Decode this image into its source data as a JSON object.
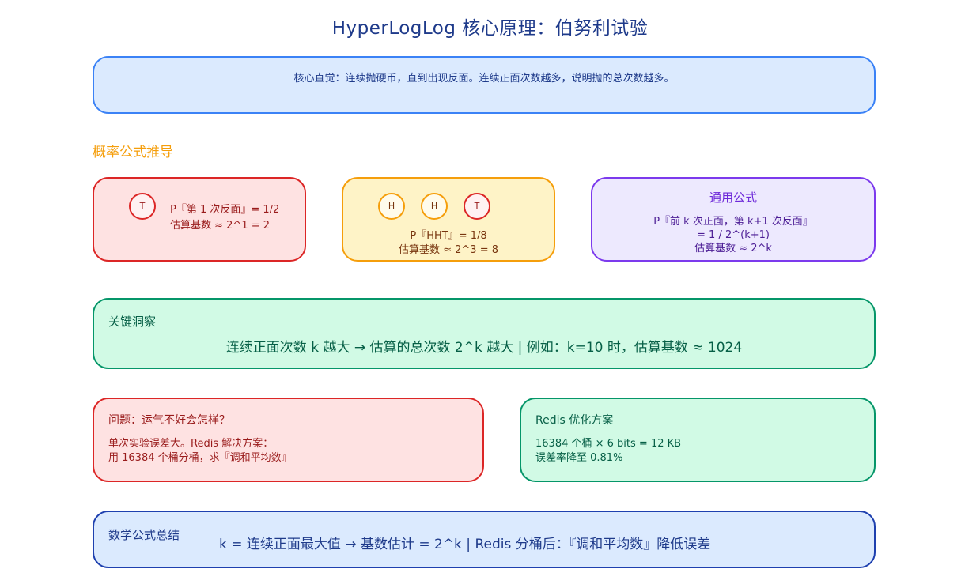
{
  "title": "HyperLogLog 核心原理：伯努利试验",
  "intro": "核心直觉：连续抛硬币，直到出现反面。连续正面次数越多，说明抛的总次数越多。",
  "section_heading": "概率公式推导",
  "case1": {
    "coins": [
      "T"
    ],
    "prob": "P『第 1 次反面』= 1/2",
    "estimate": "估算基数 ≈ 2^1 = 2"
  },
  "case2": {
    "coins": [
      "H",
      "H",
      "T"
    ],
    "prob": "P『HHT』= 1/8",
    "estimate": "估算基数 ≈ 2^3 = 8"
  },
  "general": {
    "title": "通用公式",
    "line1": "P『前 k 次正面，第 k+1 次反面』",
    "line2": "= 1 / 2^(k+1)",
    "line3": "估算基数 ≈ 2^k"
  },
  "insight": {
    "title": "关键洞察",
    "text": "连续正面次数 k 越大 → 估算的总次数 2^k 越大 | 例如：k=10 时，估算基数 ≈ 1024"
  },
  "problem": {
    "title": "问题：运气不好会怎样？",
    "line1": "单次实验误差大。Redis 解决方案：",
    "line2": "用 16384 个桶分桶，求『调和平均数』"
  },
  "redis": {
    "title": "Redis 优化方案",
    "line1": "16384 个桶 × 6 bits = 12 KB",
    "line2": "误差率降至 0.81%"
  },
  "summary": {
    "title": "数学公式总结",
    "text": "k = 连续正面最大值 → 基数估计 = 2^k | Redis 分桶后：『调和平均数』降低误差"
  }
}
